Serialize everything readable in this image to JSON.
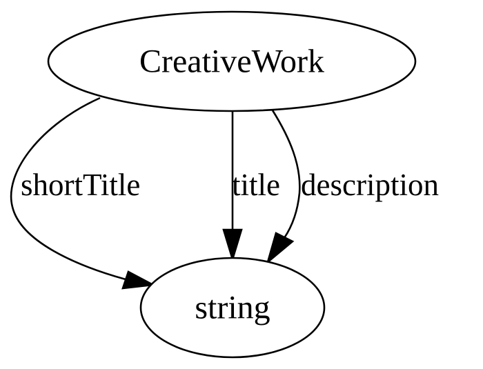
{
  "diagram": {
    "nodes": {
      "source": {
        "label": "CreativeWork"
      },
      "target": {
        "label": "string"
      }
    },
    "edges": [
      {
        "id": "shortTitle",
        "label": "shortTitle",
        "from": "CreativeWork",
        "to": "string"
      },
      {
        "id": "title",
        "label": "title",
        "from": "CreativeWork",
        "to": "string"
      },
      {
        "id": "description",
        "label": "description",
        "from": "CreativeWork",
        "to": "string"
      }
    ]
  },
  "colors": {
    "stroke": "#000000",
    "background": "#ffffff"
  }
}
